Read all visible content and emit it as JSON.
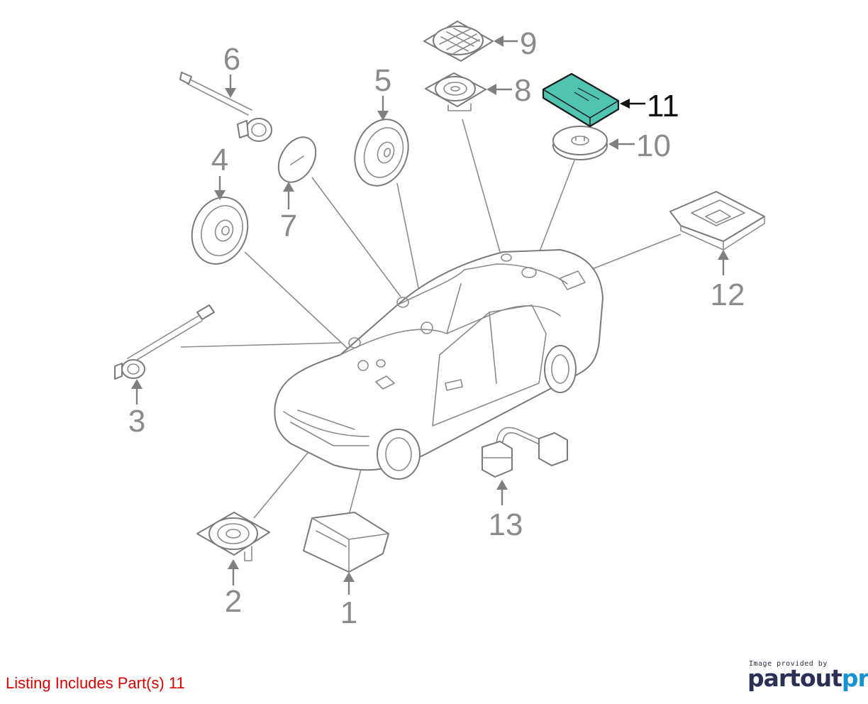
{
  "diagram": {
    "highlighted_part": "11",
    "callouts": [
      "1",
      "2",
      "3",
      "4",
      "5",
      "6",
      "7",
      "8",
      "9",
      "10",
      "11",
      "12",
      "13"
    ]
  },
  "listing": {
    "text": "Listing Includes Part(s) 11"
  },
  "credit": {
    "small": "Image provided by",
    "logo_part1": "partout",
    "logo_part2": "pro"
  },
  "colors": {
    "highlight_fill": "#4fc4b0",
    "listing_text": "#e00000",
    "line_gray": "#8b8b8b",
    "logo_dark": "#2c2f56",
    "logo_blue": "#1793d1"
  }
}
